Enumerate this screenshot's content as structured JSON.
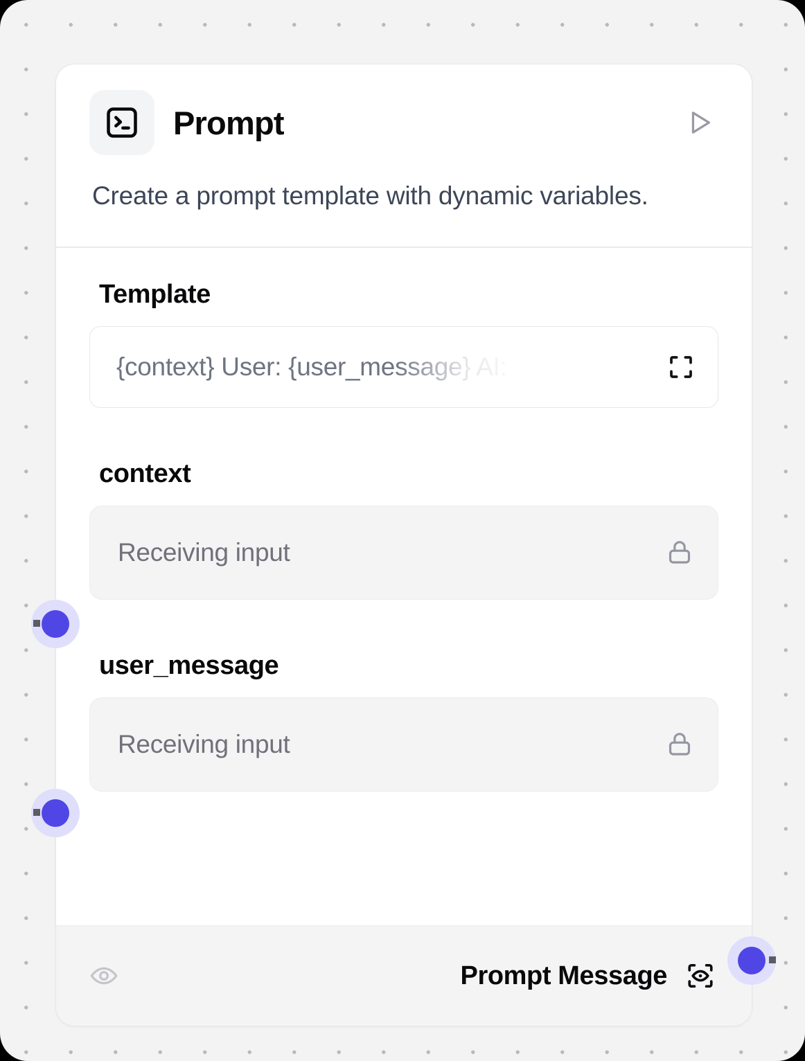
{
  "node": {
    "icon": "square-terminal-icon",
    "title": "Prompt",
    "description": "Create a prompt template with dynamic variables.",
    "run_icon": "play-icon",
    "accent_color": "#4f46e5",
    "fields": [
      {
        "label": "Template",
        "value": "",
        "placeholder": "{context} User: {user_message} AI:",
        "action_icon": "maximize-icon",
        "type": "text"
      },
      {
        "label": "context",
        "value": "",
        "placeholder": "Receiving input",
        "action_icon": "lock-icon",
        "type": "locked"
      },
      {
        "label": "user_message",
        "value": "",
        "placeholder": "Receiving input",
        "action_icon": "lock-icon",
        "type": "locked"
      }
    ],
    "footer": {
      "visibility_icon": "eye-icon",
      "output_label": "Prompt Message",
      "output_icon": "scan-eye-icon"
    }
  }
}
